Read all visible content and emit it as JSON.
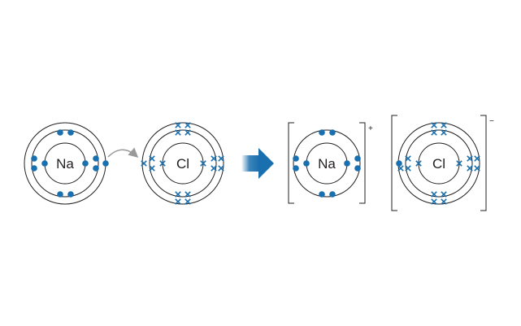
{
  "atoms": [
    {
      "id": "na-atom",
      "symbol": "Na"
    },
    {
      "id": "cl-atom",
      "symbol": "Cl"
    }
  ],
  "ions": [
    {
      "id": "na-ion",
      "symbol": "Na",
      "charge": "+"
    },
    {
      "id": "cl-ion",
      "symbol": "Cl",
      "charge": "−"
    }
  ],
  "colors": {
    "electron": "#1a6fae",
    "shell": "#231f20",
    "transfer_arrow": "#9a9a9a",
    "reaction_arrow": "#1a6fae"
  }
}
